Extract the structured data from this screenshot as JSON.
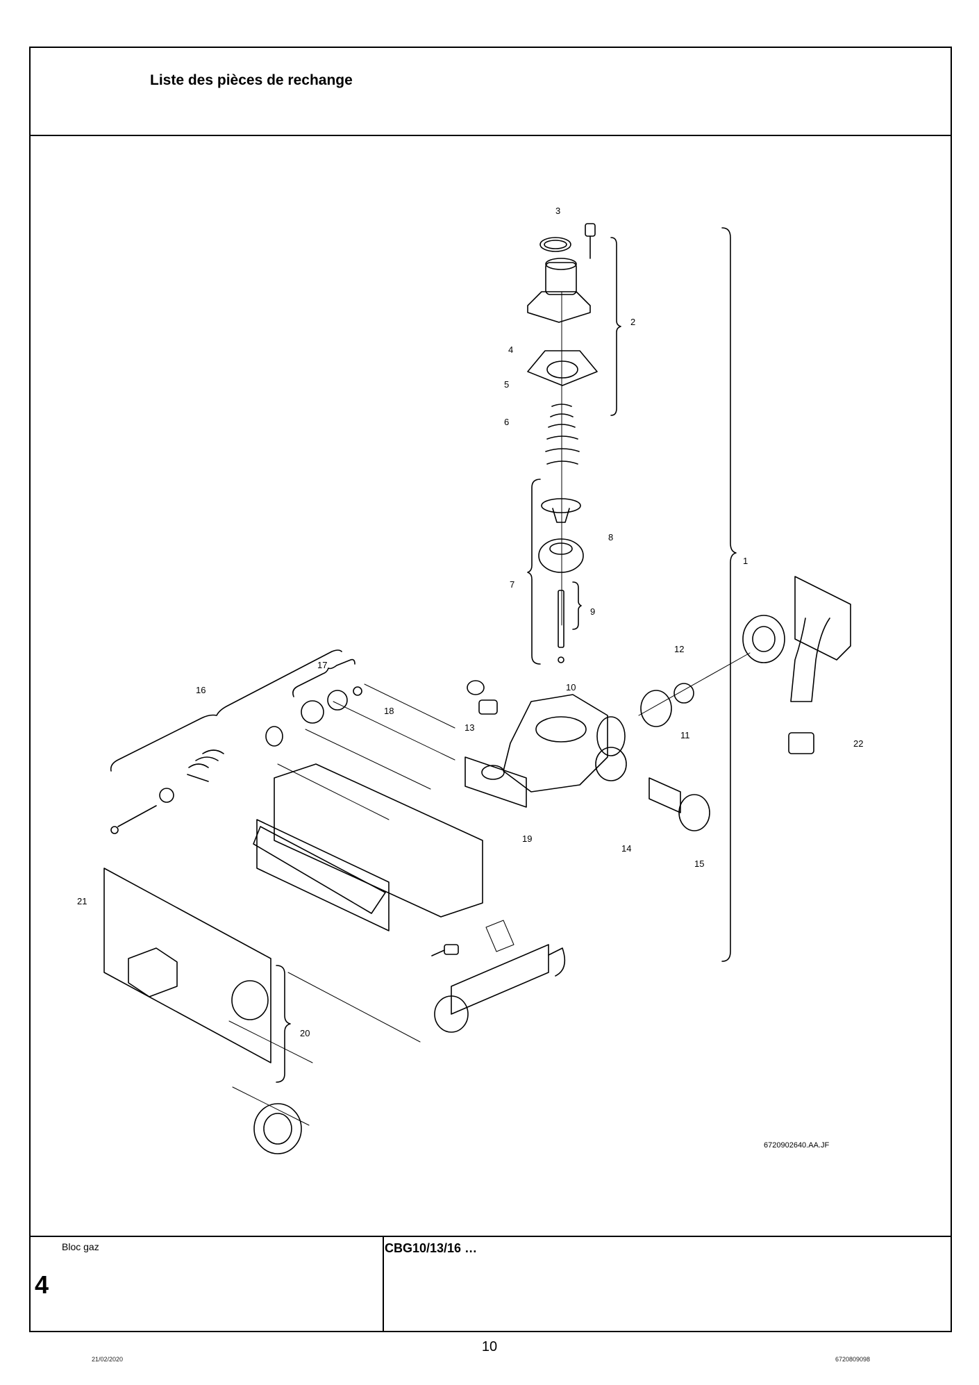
{
  "header": {
    "title": "Liste des pièces de rechange"
  },
  "diagram": {
    "figure_code": "6720902640.AA.JF",
    "callouts": [
      "1",
      "2",
      "3",
      "4",
      "5",
      "6",
      "7",
      "8",
      "9",
      "10",
      "11",
      "12",
      "13",
      "14",
      "15",
      "16",
      "17",
      "18",
      "19",
      "20",
      "21",
      "22"
    ]
  },
  "bottom": {
    "section_label": "Bloc gaz",
    "section_number": "4",
    "model": "CBG10/13/16 …"
  },
  "footer": {
    "date": "21/02/2020",
    "page": "10",
    "doc_number": "6720809098"
  }
}
